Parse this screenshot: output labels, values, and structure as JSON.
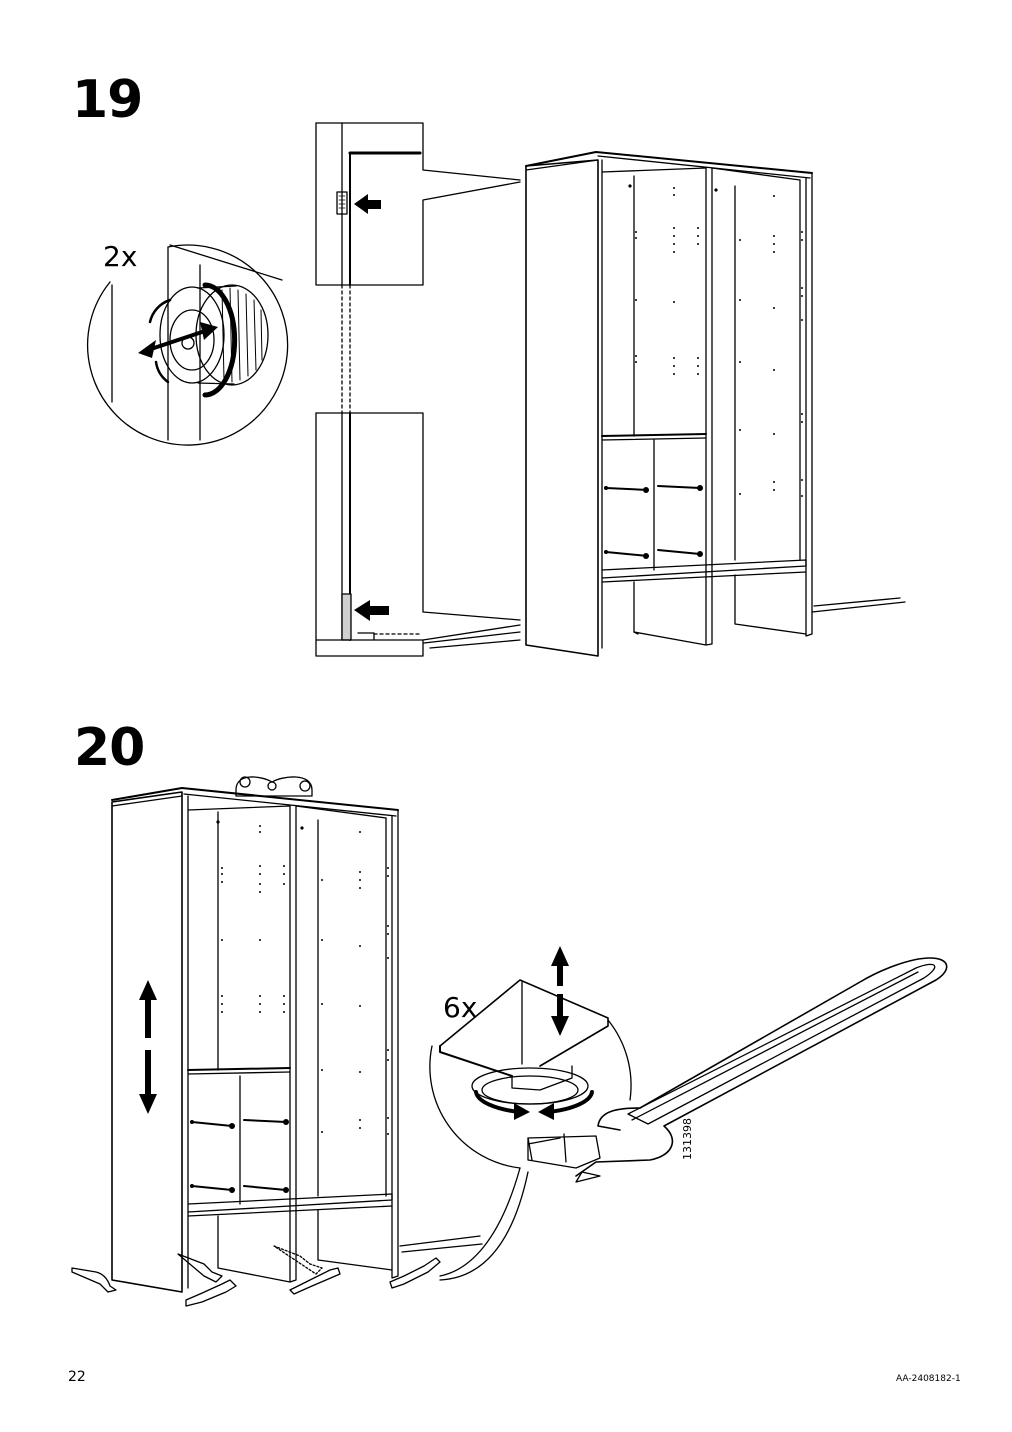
{
  "page": {
    "number": "22",
    "document_id": "AA-2408182-1"
  },
  "steps": [
    {
      "number": "19",
      "quantity": "2x"
    },
    {
      "number": "20",
      "quantity": "6x",
      "article_code": "131398"
    }
  ]
}
